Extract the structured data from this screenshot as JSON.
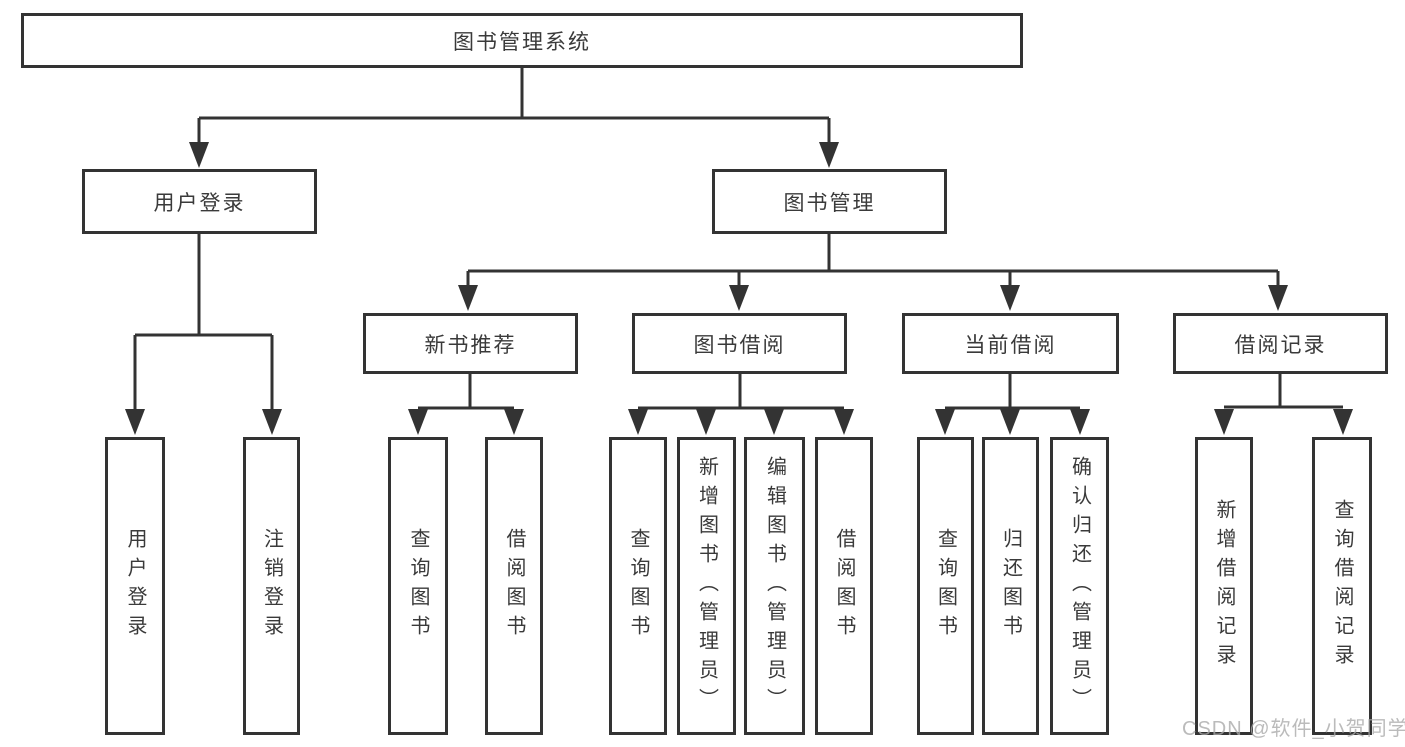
{
  "diagram_type": "hierarchy-tree",
  "tree": {
    "label": "图书管理系统",
    "children": [
      {
        "label": "用户登录",
        "children": [
          {
            "label": "用户登录"
          },
          {
            "label": "注销登录"
          }
        ]
      },
      {
        "label": "图书管理",
        "children": [
          {
            "label": "新书推荐",
            "children": [
              {
                "label": "查询图书"
              },
              {
                "label": "借阅图书"
              }
            ]
          },
          {
            "label": "图书借阅",
            "children": [
              {
                "label": "查询图书"
              },
              {
                "label": "新增图书（管理员）"
              },
              {
                "label": "编辑图书（管理员）"
              },
              {
                "label": "借阅图书"
              }
            ]
          },
          {
            "label": "当前借阅",
            "children": [
              {
                "label": "查询图书"
              },
              {
                "label": "归还图书"
              },
              {
                "label": "确认归还（管理员）"
              }
            ]
          },
          {
            "label": "借阅记录",
            "children": [
              {
                "label": "新增借阅记录"
              },
              {
                "label": "查询借阅记录"
              }
            ]
          }
        ]
      }
    ]
  },
  "watermark": {
    "text": "CSDN @软件_小贺同学"
  },
  "colors": {
    "line": "#333333",
    "box_border": "#333333",
    "text": "#3a3a3a",
    "watermark": "#a8a8a8",
    "background": "#ffffff"
  }
}
